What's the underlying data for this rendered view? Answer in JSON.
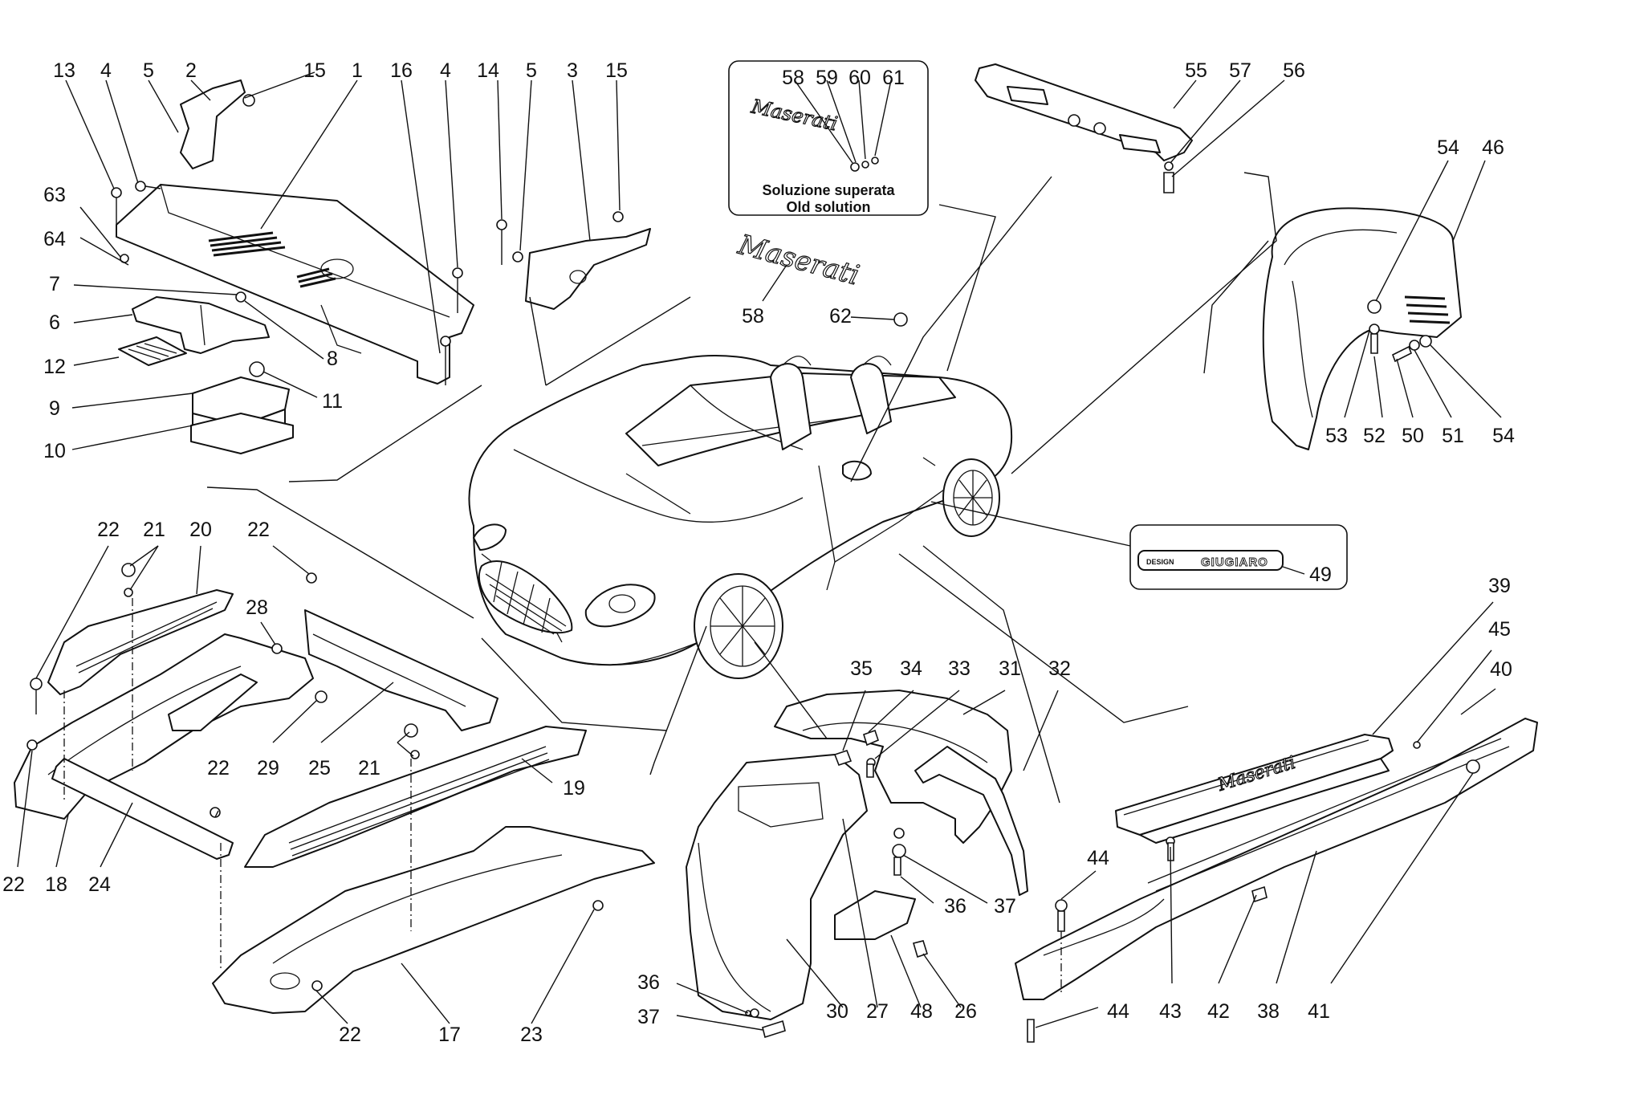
{
  "old_solution_note": {
    "line1": "Soluzione superata",
    "line2": "Old solution"
  },
  "badges": {
    "maserati_script": "Maserati",
    "design_small": "DESIGN",
    "design_brand": "GIUGIARO"
  },
  "callouts": {
    "c13": "13",
    "c4a": "4",
    "c5a": "5",
    "c2": "2",
    "c15a": "15",
    "c1": "1",
    "c16": "16",
    "c4b": "4",
    "c14": "14",
    "c5b": "5",
    "c3": "3",
    "c15b": "15",
    "c63": "63",
    "c64": "64",
    "c7": "7",
    "c6": "6",
    "c8": "8",
    "c12": "12",
    "c9": "9",
    "c11": "11",
    "c10": "10",
    "c58a": "58",
    "c59": "59",
    "c60": "60",
    "c61": "61",
    "c58b": "58",
    "c62": "62",
    "c55": "55",
    "c57": "57",
    "c56": "56",
    "c54a": "54",
    "c46": "46",
    "c53": "53",
    "c52": "52",
    "c50": "50",
    "c51": "51",
    "c54b": "54",
    "c49": "49",
    "c22a": "22",
    "c21a": "21",
    "c20": "20",
    "c22b": "22",
    "c28": "28",
    "c29": "29",
    "c25": "25",
    "c21b": "21",
    "c19": "19",
    "c22c": "22",
    "c22d": "22",
    "c18": "18",
    "c24": "24",
    "c22e": "22",
    "c17": "17",
    "c23": "23",
    "c35": "35",
    "c34": "34",
    "c33": "33",
    "c31": "31",
    "c32": "32",
    "c36a": "36",
    "c37a": "37",
    "c36b": "36",
    "c37b": "37",
    "c30": "30",
    "c27": "27",
    "c48": "48",
    "c26": "26",
    "c39": "39",
    "c45": "45",
    "c40": "40",
    "c44a": "44",
    "c44b": "44",
    "c43": "43",
    "c42": "42",
    "c38": "38",
    "c41": "41"
  }
}
